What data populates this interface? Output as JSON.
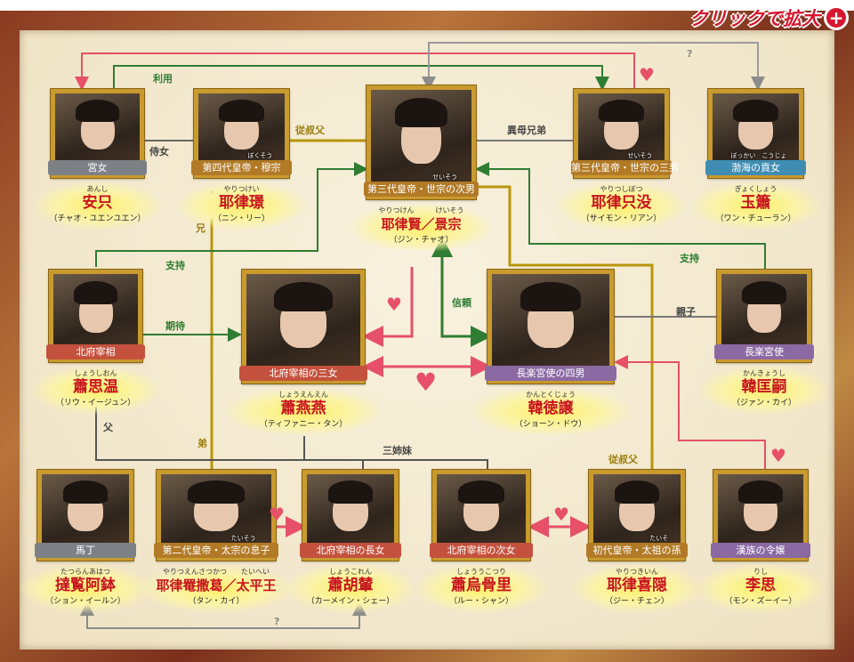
{
  "zoom_button": {
    "label": "クリックで拡大",
    "icon": "magnifier-plus-icon"
  },
  "colors": {
    "romance": "#e65069",
    "support": "#2f7d32",
    "family": "#b8960c",
    "neutral": "#8c8c8c",
    "kin": "#555555"
  },
  "characters": [
    {
      "id": "anshi",
      "role": "宮女",
      "role_color": "#7d8186",
      "ruby": "あんし",
      "name": "安只",
      "actor": "（チャオ・ユエンユエン）"
    },
    {
      "id": "yelu-jing",
      "role": "第四代皇帝・穆宗",
      "role_ruby": "ぼくそう",
      "role_color": "#b27a26",
      "ruby": "やりつけい",
      "name": "耶律璟",
      "actor": "（ニン・リー）"
    },
    {
      "id": "yelu-xian",
      "role": "第三代皇帝・世宗の次男",
      "role_ruby": "せいそう",
      "role_color": "#b27a26",
      "ruby": "やりつけん　　　けいそう",
      "name": "耶律賢／景宗",
      "actor": "（ジン・チャオ）"
    },
    {
      "id": "yelu-zhimo",
      "role": "第三代皇帝・世宗の三男",
      "role_ruby": "せいそう",
      "role_color": "#b27a26",
      "ruby": "やりつしぼつ",
      "name": "耶律只没",
      "actor": "（サイモン・リアン）"
    },
    {
      "id": "yuxiao",
      "role": "渤海の貢女",
      "role_ruby": "ぼっかい　こうじょ",
      "role_color": "#3f8db3",
      "ruby": "ぎょくしょう",
      "name": "玉簫",
      "actor": "（ワン・チューラン）"
    },
    {
      "id": "xiao-siwen",
      "role": "北府宰相",
      "role_color": "#c4513d",
      "ruby": "しょうしおん",
      "name": "蕭思温",
      "actor": "（リウ・イージュン）"
    },
    {
      "id": "xiao-yanyan",
      "role": "北府宰相の三女",
      "role_color": "#c4513d",
      "ruby": "しょうえんえん",
      "name": "蕭燕燕",
      "actor": "（ティファニー・タン）"
    },
    {
      "id": "han-derang",
      "role": "長楽宮使の四男",
      "role_color": "#8b6aa3",
      "ruby": "かんとくじょう",
      "name": "韓徳譲",
      "actor": "（ショーン・ドウ）"
    },
    {
      "id": "han-kuangsi",
      "role": "長楽宮使",
      "role_color": "#8b6aa3",
      "ruby": "かんきょうし",
      "name": "韓匡嗣",
      "actor": "（ジァン・カイ）"
    },
    {
      "id": "dalan-abo",
      "role": "馬丁",
      "role_color": "#7d8186",
      "ruby": "たつらんあはつ",
      "name": "撻覧阿鉢",
      "actor": "（ション・イールン）"
    },
    {
      "id": "yelu-yansage",
      "role": "第二代皇帝・太宗の息子",
      "role_ruby": "たいそう",
      "role_color": "#b27a26",
      "ruby": "やりつえんさつかつ　　たいへい",
      "name": "耶律罨撒葛／太平王",
      "actor": "（タン・カイ）"
    },
    {
      "id": "xiao-hunian",
      "role": "北府宰相の長女",
      "role_color": "#c4513d",
      "ruby": "しょうこれん",
      "name": "蕭胡輦",
      "actor": "（カーメイン・シェー）"
    },
    {
      "id": "xiao-wuguli",
      "role": "北府宰相の次女",
      "role_color": "#c4513d",
      "ruby": "しょううこつり",
      "name": "蕭烏骨里",
      "actor": "（ルー・シャン）"
    },
    {
      "id": "yelu-xiyin",
      "role": "初代皇帝・太祖の孫",
      "role_ruby": "たいそ",
      "role_color": "#b27a26",
      "ruby": "やりつきいん",
      "name": "耶律喜隠",
      "actor": "（ジー・チェン）"
    },
    {
      "id": "lisi",
      "role": "漢族の令嬢",
      "role_color": "#8b6aa3",
      "ruby": "りし",
      "name": "李思",
      "actor": "（モン・ズーイー）"
    }
  ],
  "relations": [
    {
      "label": "利用",
      "type": "support"
    },
    {
      "label": "侍女",
      "type": "neutral"
    },
    {
      "label": "従叔父",
      "type": "family"
    },
    {
      "label": "異母兄弟",
      "type": "neutral"
    },
    {
      "label": "?",
      "type": "neutral"
    },
    {
      "label": "兄",
      "type": "family"
    },
    {
      "label": "支持",
      "type": "support"
    },
    {
      "label": "期待",
      "type": "support"
    },
    {
      "label": "信頼",
      "type": "support"
    },
    {
      "label": "支持",
      "type": "support"
    },
    {
      "label": "親子",
      "type": "neutral"
    },
    {
      "label": "父",
      "type": "kin"
    },
    {
      "label": "弟",
      "type": "family"
    },
    {
      "label": "三姉妹",
      "type": "kin"
    },
    {
      "label": "従叔父",
      "type": "family"
    },
    {
      "label": "?",
      "type": "neutral"
    }
  ]
}
